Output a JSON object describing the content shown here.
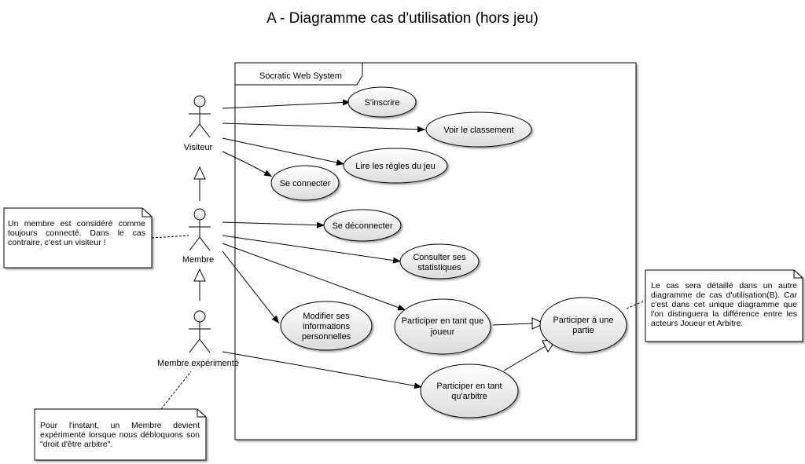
{
  "title": "A - Diagramme cas d'utilisation (hors jeu)",
  "system": {
    "label": "Socratic Web System"
  },
  "actors": [
    {
      "label": "Visiteur"
    },
    {
      "label": "Membre"
    },
    {
      "label": "Membre expérimenté"
    }
  ],
  "use_cases": [
    {
      "lines": [
        "S'inscrire"
      ]
    },
    {
      "lines": [
        "Voir le classement"
      ]
    },
    {
      "lines": [
        "Lire les règles du jeu"
      ]
    },
    {
      "lines": [
        "Se connecter"
      ]
    },
    {
      "lines": [
        "Se déconnecter"
      ]
    },
    {
      "lines": [
        "Consulter ses",
        "statistiques"
      ]
    },
    {
      "lines": [
        "Modifier ses",
        "informations",
        "personnelles"
      ]
    },
    {
      "lines": [
        "Participer en tant que",
        "joueur"
      ]
    },
    {
      "lines": [
        "Participer à une",
        "partie"
      ]
    },
    {
      "lines": [
        "Participer en tant",
        "qu'arbitre"
      ]
    }
  ],
  "notes": [
    {
      "text": "Un membre est considéré comme toujours connecté. Dans le cas contraire, c'est un visiteur !"
    },
    {
      "text": "Le cas sera détaillé dans un autre diagramme de cas d'utilisation(B). Car c'est dans cet unique diagramme que l'on distinguera la différence entre les acteurs Joueur et Arbitre."
    },
    {
      "text": "Pour l'instant, un Membre devient expérimenté lorsque nous débloquons son \"droit d'être arbitre\"."
    }
  ]
}
